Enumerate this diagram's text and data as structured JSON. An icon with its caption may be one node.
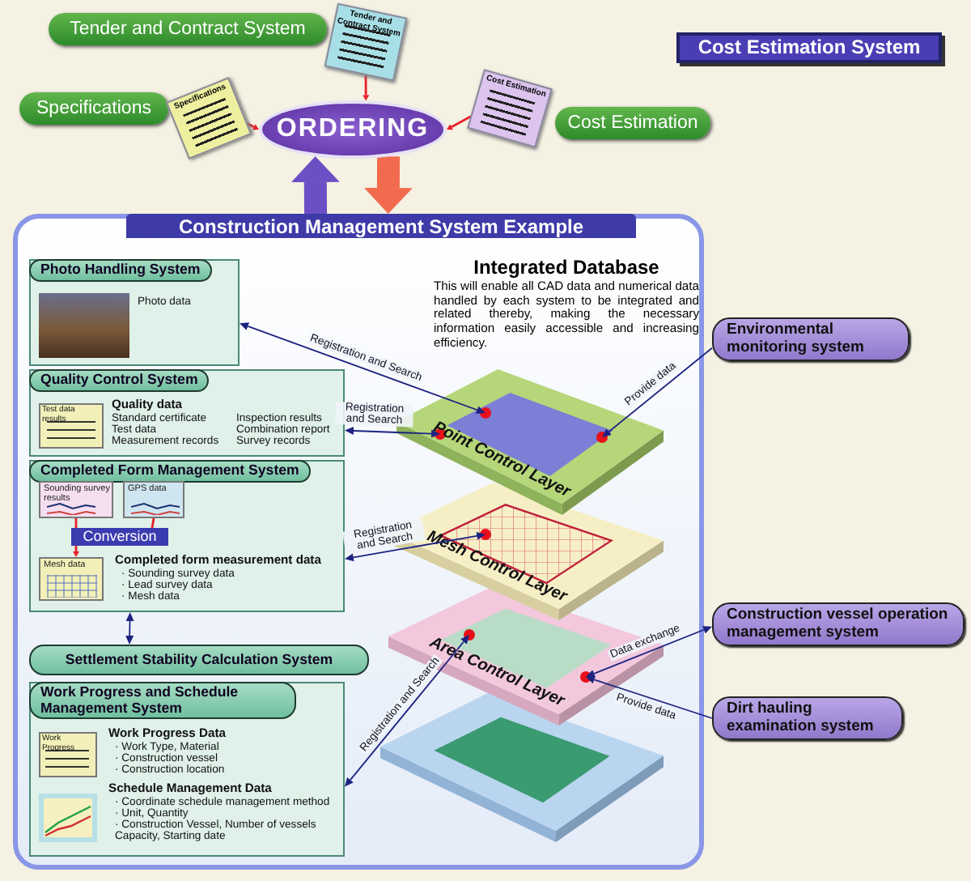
{
  "diagram": {
    "nodes": [
      {
        "text": [
          "Tender and Contract System"
        ]
      },
      {
        "text": [
          "Tender and Contract System"
        ]
      },
      {
        "text": [
          "Specifications"
        ]
      },
      {
        "text": [
          "Specifications"
        ]
      },
      {
        "text": [
          "ORDERING"
        ]
      },
      {
        "text": [
          "Cost Estimation"
        ]
      },
      {
        "text": [
          "Cost Estimation"
        ]
      },
      {
        "text": [
          "Cost Estimation System"
        ]
      },
      {
        "text": [
          "Construction Management System Example"
        ]
      },
      {
        "text": [
          "Photo Handling System",
          "Photo data"
        ],
        "in": 8
      },
      {
        "text": [
          "Quality Control System",
          "Test data results",
          "Quality data",
          "Standard certificate",
          "Test data",
          "Measurement records",
          "Inspection results",
          "Combination report",
          "Survey records"
        ],
        "in": 8
      },
      {
        "text": [
          "Completed Form Management System",
          "Completed form measurement data",
          "· Sounding survey data",
          "· Lead survey data",
          "· Mesh data"
        ],
        "in": 8
      },
      {
        "text": [
          "Sounding survey results"
        ],
        "in": 11
      },
      {
        "text": [
          "GPS data"
        ],
        "in": 11
      },
      {
        "text": [
          "Conversion"
        ],
        "in": 11
      },
      {
        "text": [
          "Mesh data"
        ],
        "in": 11
      },
      {
        "text": [
          "Settlement Stability Calculation System"
        ],
        "in": 8
      },
      {
        "text": [
          "Work Progress and Schedule Management System",
          "Work Progress",
          "Work Progress Data",
          "· Work Type, Material",
          "· Construction vessel",
          "· Construction location",
          "Schedule Management Data",
          "· Coordinate schedule management method",
          "· Unit, Quantity",
          "· Construction Vessel, Number of vessels Capacity, Starting date"
        ],
        "in": 8
      },
      {
        "text": [
          "Point Control Layer"
        ],
        "in": 8
      },
      {
        "text": [
          "Mesh Control Layer"
        ],
        "in": 8
      },
      {
        "text": [
          "Area Control Layer"
        ],
        "in": 8
      },
      {
        "text": [],
        "shape": "box",
        "in": 8
      },
      {
        "text": [
          "Environmental monitoring system"
        ]
      },
      {
        "text": [
          "Construction vessel operation management system"
        ]
      },
      {
        "text": [
          "Dirt hauling examination system"
        ]
      }
    ],
    "edges": [
      {
        "from": 1,
        "to": 4,
        "arrow": "to",
        "color": "#e8202a"
      },
      {
        "from": 3,
        "to": 4,
        "arrow": "to",
        "color": "#e8202a"
      },
      {
        "from": 5,
        "to": 4,
        "arrow": "to",
        "color": "#e8202a"
      },
      {
        "from": 8,
        "to": 4,
        "arrow": "to",
        "style": "thick",
        "color": "#6b4fc4"
      },
      {
        "from": 4,
        "to": 8,
        "arrow": "to",
        "style": "thick",
        "color": "#f26b4f"
      },
      {
        "from": 9,
        "to": 18,
        "arrow": "both",
        "label": "Registration and Search"
      },
      {
        "from": 10,
        "to": 18,
        "arrow": "both",
        "label": "Registration and Search"
      },
      {
        "from": 11,
        "to": 19,
        "arrow": "both",
        "label": "Registration and Search"
      },
      {
        "from": 11,
        "to": 16,
        "arrow": "both"
      },
      {
        "from": 17,
        "to": 20,
        "arrow": "both",
        "label": "Registration and Search"
      },
      {
        "from": 22,
        "to": 18,
        "arrow": "to",
        "label": "Provide data"
      },
      {
        "from": 23,
        "to": 20,
        "arrow": "both",
        "label": "Data exchange"
      },
      {
        "from": 24,
        "to": 20,
        "arrow": "to",
        "label": "Provide data"
      },
      {
        "from": 12,
        "to": 14,
        "arrow": "none",
        "color": "#e8202a"
      },
      {
        "from": 13,
        "to": 14,
        "arrow": "none",
        "color": "#e8202a"
      },
      {
        "from": 14,
        "to": 15,
        "arrow": "to",
        "color": "#e8202a"
      }
    ],
    "labels": [
      "Integrated Database",
      "This will enable all CAD data and numerical data handled by each system to be integrated and related thereby, making the necessary information easily accessible and increasing efficiency."
    ]
  }
}
